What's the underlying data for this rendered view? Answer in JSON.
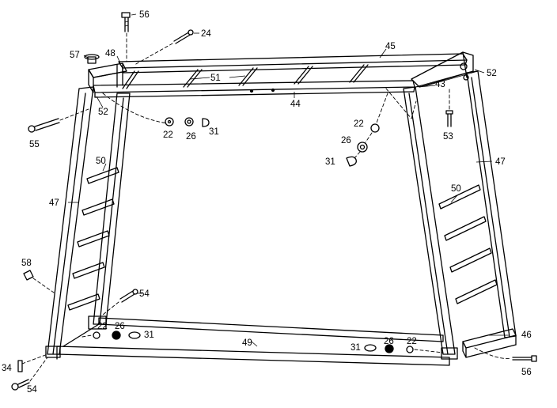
{
  "diagram": {
    "type": "exploded-assembly",
    "part_labels": {
      "p56_top": "56",
      "p24": "24",
      "p57": "57",
      "p48_left": "48",
      "p45": "45",
      "p52_right": "52",
      "p43": "43",
      "p51": "51",
      "p52_left": "52",
      "p44": "44",
      "p55": "55",
      "p22_top_left": "22",
      "p26_top_left": "26",
      "p31_top_left": "31",
      "p22_top_right": "22",
      "p53": "53",
      "p26_top_right": "26",
      "p31_top_right": "31",
      "p47_right": "47",
      "p50_left": "50",
      "p47_left": "47",
      "p50_right": "50",
      "p58": "58",
      "p54_mid": "54",
      "p22_bottom_left": "22",
      "p26_bottom_left": "26",
      "p31_bottom_left": "31",
      "p49": "49",
      "p31_bottom_right": "31",
      "p26_bottom_right": "26",
      "p22_bottom_right": "22",
      "p46": "46",
      "p56_bottom": "56",
      "p34": "34",
      "p54_bottom": "54"
    }
  }
}
